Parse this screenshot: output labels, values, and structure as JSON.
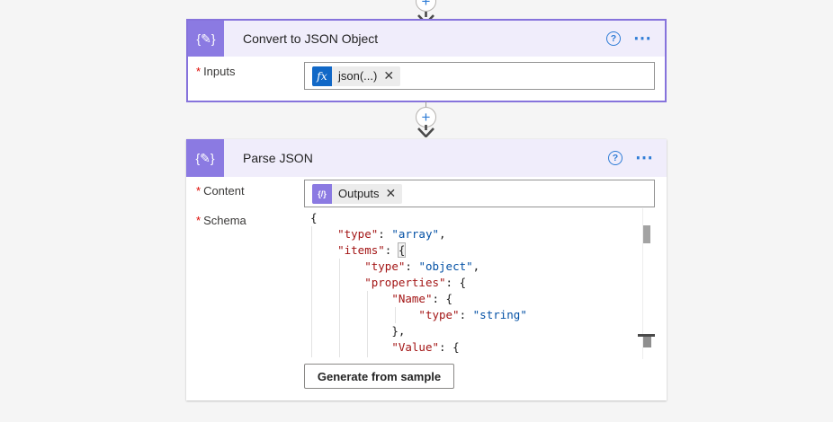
{
  "colors": {
    "accent_purple": "#8b7ae2",
    "card_border": "#8673dc",
    "header_bg": "#f0edfb",
    "icon_blue": "#2e7cd6",
    "fx_blue": "#1168c7",
    "code_key": "#a31515",
    "code_value": "#0451a5",
    "required_red": "#dd0700"
  },
  "icons": {
    "plus": "+",
    "help": "?",
    "more": "⋯",
    "close": "✕",
    "fx": "fx",
    "data_operation": "{✎}",
    "token_braces": "{/}"
  },
  "card1": {
    "title": "Convert to JSON Object",
    "field": {
      "required_mark": "*",
      "label": "Inputs"
    },
    "token_text": "json(...)"
  },
  "card2": {
    "title": "Parse JSON",
    "content_field": {
      "required_mark": "*",
      "label": "Content"
    },
    "schema_field": {
      "required_mark": "*",
      "label": "Schema"
    },
    "token_text": "Outputs",
    "generate_button_label": "Generate from sample"
  },
  "schema_code": {
    "lines": [
      [
        [
          "p",
          "{"
        ]
      ],
      [
        [
          "p",
          "    "
        ],
        [
          "k",
          "\"type\""
        ],
        [
          "p",
          ": "
        ],
        [
          "v",
          "\"array\""
        ],
        [
          "p",
          ","
        ]
      ],
      [
        [
          "p",
          "    "
        ],
        [
          "k",
          "\"items\""
        ],
        [
          "p",
          ": "
        ],
        [
          "hl",
          "{"
        ]
      ],
      [
        [
          "p",
          "        "
        ],
        [
          "k",
          "\"type\""
        ],
        [
          "p",
          ": "
        ],
        [
          "v",
          "\"object\""
        ],
        [
          "p",
          ","
        ]
      ],
      [
        [
          "p",
          "        "
        ],
        [
          "k",
          "\"properties\""
        ],
        [
          "p",
          ": "
        ],
        [
          "p",
          "{"
        ]
      ],
      [
        [
          "p",
          "            "
        ],
        [
          "k",
          "\"Name\""
        ],
        [
          "p",
          ": "
        ],
        [
          "p",
          "{"
        ]
      ],
      [
        [
          "p",
          "                "
        ],
        [
          "k",
          "\"type\""
        ],
        [
          "p",
          ": "
        ],
        [
          "v",
          "\"string\""
        ]
      ],
      [
        [
          "p",
          "            "
        ],
        [
          "p",
          "},"
        ]
      ],
      [
        [
          "p",
          "            "
        ],
        [
          "k",
          "\"Value\""
        ],
        [
          "p",
          ": "
        ],
        [
          "p",
          "{"
        ]
      ]
    ]
  }
}
